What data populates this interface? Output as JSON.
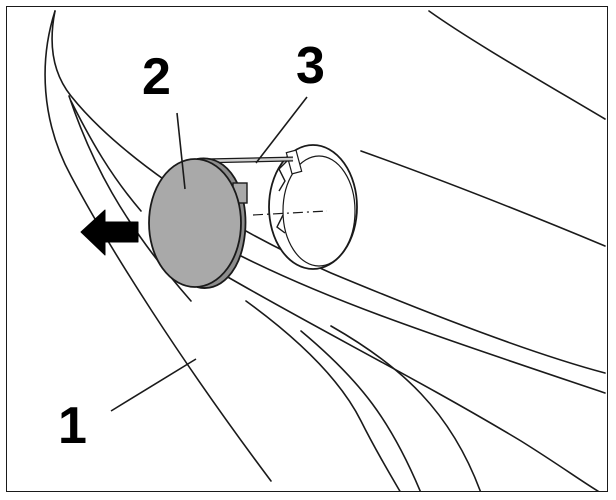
{
  "callouts": {
    "one": "1",
    "two": "2",
    "three": "3"
  },
  "colors": {
    "line": "#1a1a1a",
    "cap_fill": "#a9a9a9",
    "socket_fill": "#ffffff",
    "arrow": "#000000",
    "background": "#ffffff"
  },
  "parts": {
    "one": "bumper-cover",
    "two": "towing-eye-cap",
    "three": "retaining-strap"
  },
  "arrow_direction": "left"
}
